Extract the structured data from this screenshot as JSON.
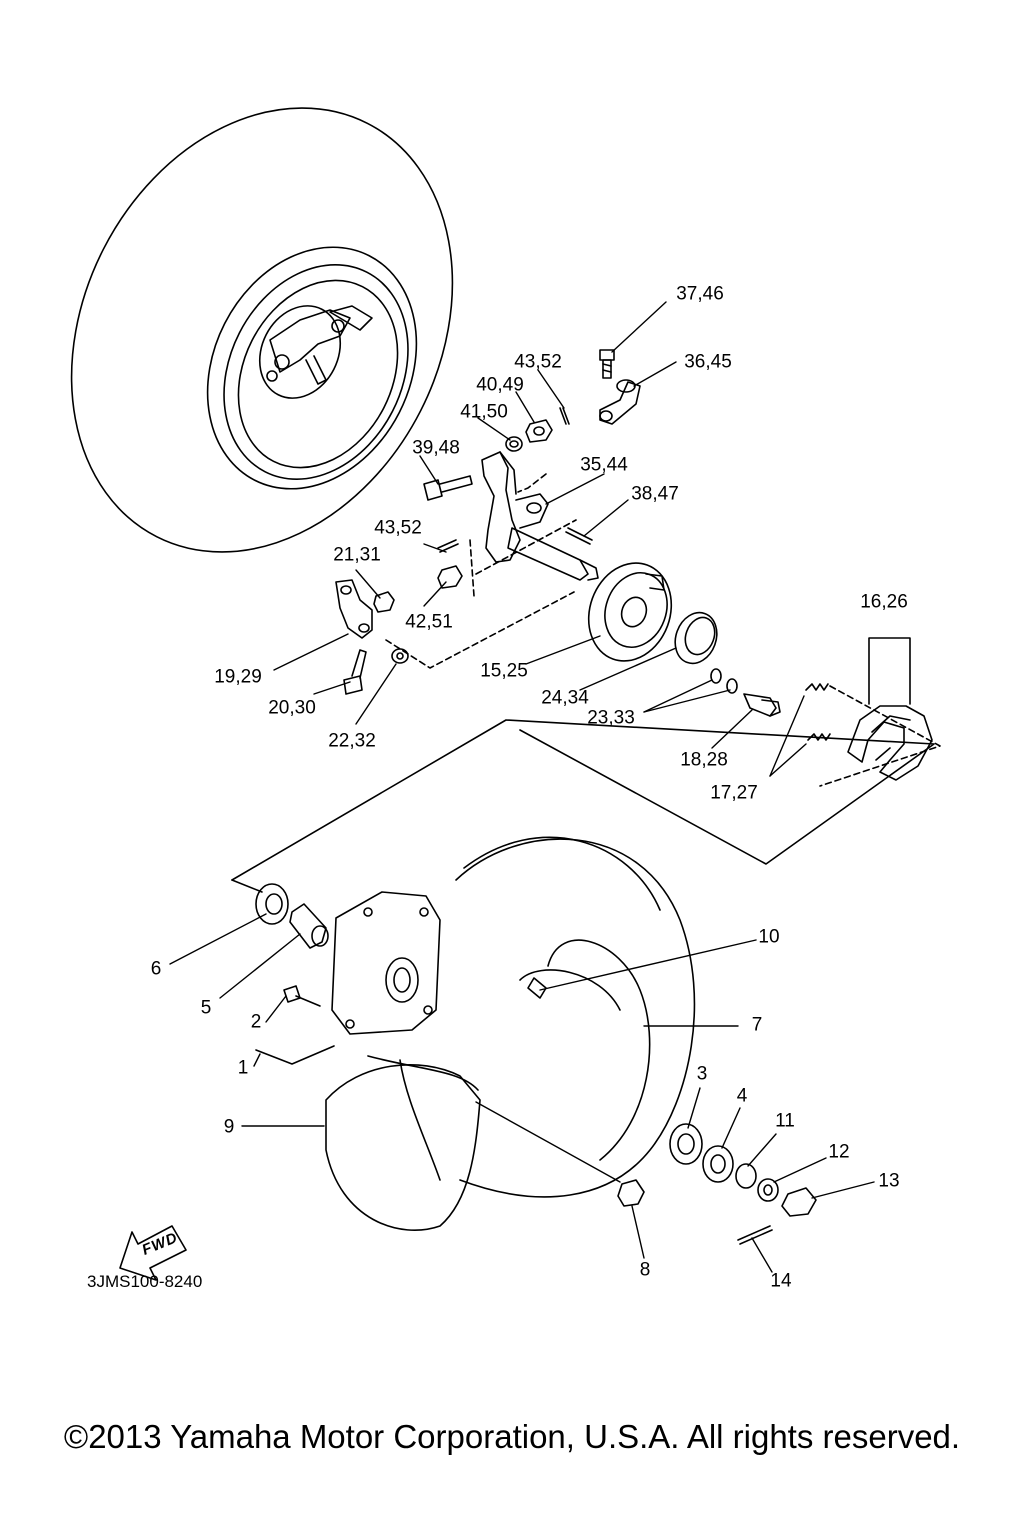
{
  "parts": [
    "37,46",
    "43,52",
    "36,45",
    "40,49",
    "41,50",
    "39,48",
    "35,44",
    "38,47",
    "43,52",
    "21,31",
    "42,51",
    "16,26",
    "19,29",
    "15,25",
    "20,30",
    "24,34",
    "23,33",
    "22,32",
    "18,28",
    "17,27",
    "10",
    "6",
    "7",
    "5",
    "2",
    "1",
    "3",
    "4",
    "11",
    "9",
    "12",
    "13",
    "8",
    "14"
  ],
  "fwd_label": "FWD",
  "drawing_code": "3JMS100-8240",
  "copyright": "©2013 Yamaha Motor Corporation, U.S.A. All rights reserved."
}
